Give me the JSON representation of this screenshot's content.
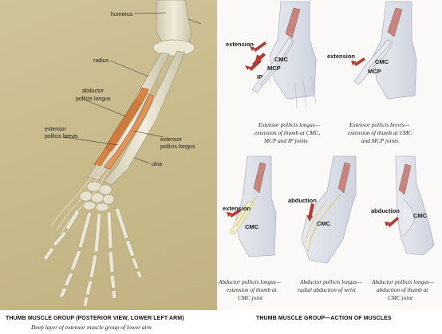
{
  "left_figure": {
    "labels": {
      "humerus": "humerus",
      "radius": "radius",
      "abductor_1": "abductor",
      "abductor_2": "pollicis longus",
      "ext_brevis_1": "extensor",
      "ext_brevis_2": "pollicis brevis",
      "ext_longus_1": "extensor",
      "ext_longus_2": "pollicis longus",
      "ulna": "ulna"
    },
    "title": "THUMB MUSCLE GROUP (POSTERIOR VIEW, LOWER LEFT ARM)",
    "subtitle": "Deep layer of extensor muscle group of lower arm"
  },
  "right_figure": {
    "panels": [
      {
        "labels": {
          "action": "extension",
          "cmc": "CMC",
          "mcp": "MCP",
          "ip": "IP"
        },
        "caption": [
          "Extensor pollicis longus—",
          "extension of thumb at CMC,",
          "MCP and IP joints"
        ]
      },
      {
        "labels": {
          "action": "extension",
          "cmc": "CMC",
          "mcp": "MCP"
        },
        "caption": [
          "Extensor pollicis brevis—",
          "extension of thumb at CMC",
          "and MCP joints"
        ]
      },
      {
        "labels": {
          "action": "extension",
          "cmc": "CMC"
        },
        "caption": [
          "Abductor pollicis longus—",
          "extension of thumb at",
          "CMC joint"
        ]
      },
      {
        "labels": {
          "action": "abduction",
          "cmc": "CMC"
        },
        "caption": [
          "Abductor pollicis longus—",
          "radial abduction of wrist"
        ]
      },
      {
        "labels": {
          "action": "abduction",
          "cmc": "CMC"
        },
        "caption": [
          "Abductor pollicis longus—",
          "abduction of thumb at",
          "CMC joint"
        ]
      }
    ],
    "title": "THUMB MUSCLE GROUP—ACTION OF MUSCLES"
  },
  "colors": {
    "left_background": "#c9bb8c",
    "bone": "#e9e3d0",
    "muscle": "#d98a4f",
    "arrow": "#b43a30",
    "tendon": "#d9c560"
  }
}
